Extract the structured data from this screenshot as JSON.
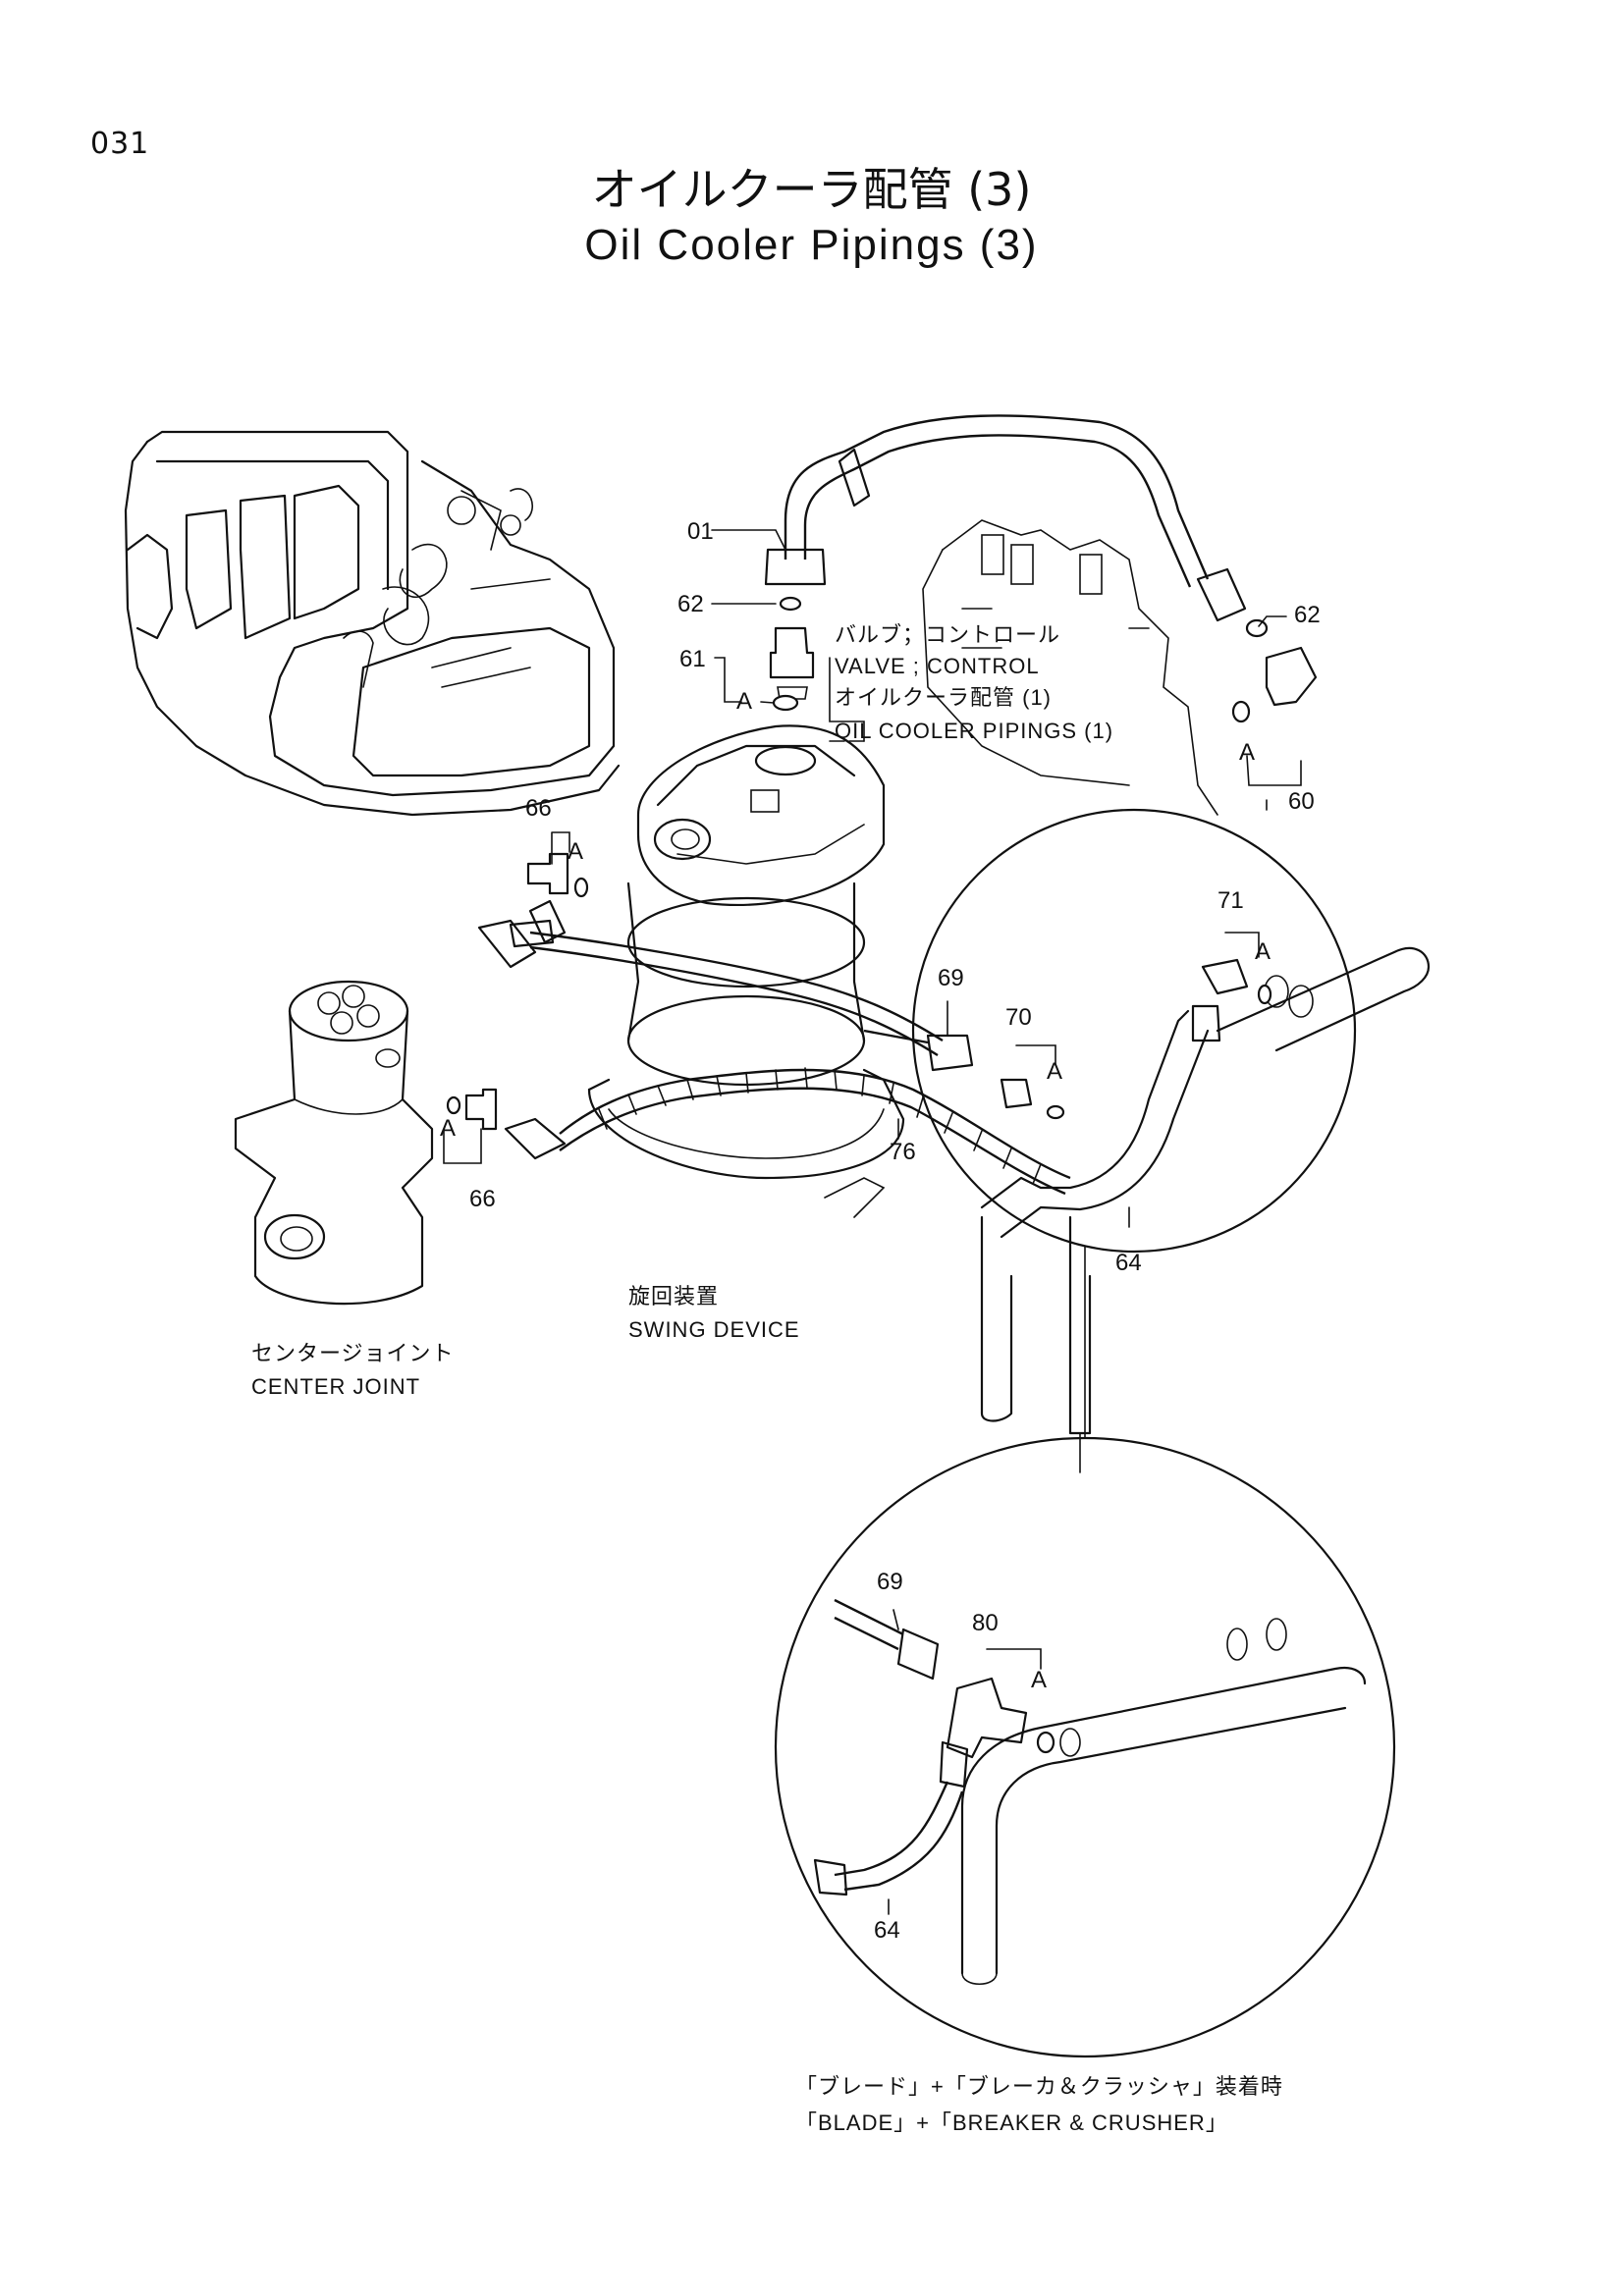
{
  "page": {
    "number": "031",
    "title_jp": "オイルクーラ配管 (3)",
    "title_en": "Oil Cooler Pipings (3)"
  },
  "labels": {
    "valve_jp": "バルブ；コントロール",
    "valve_en": "VALVE ; CONTROL",
    "ref_jp": "オイルクーラ配管 (1)",
    "ref_en": "OIL COOLER PIPINGS (1)",
    "swing_jp": "旋回装置",
    "swing_en": "SWING DEVICE",
    "center_jp": "センタージョイント",
    "center_en": "CENTER JOINT",
    "note_jp": "「ブレード」+「ブレーカ＆クラッシャ」装着時",
    "note_en": "「BLADE」+「BREAKER & CRUSHER」"
  },
  "part_numbers": {
    "p01": "01",
    "p62a": "62",
    "p61": "61",
    "p62b": "62",
    "p60": "60",
    "p66a": "66",
    "p66b": "66",
    "p71": "71",
    "p69a": "69",
    "p70": "70",
    "p76": "76",
    "p64a": "64",
    "p69b": "69",
    "p80": "80",
    "p64b": "64"
  },
  "markers": {
    "a1": "A",
    "a2": "A",
    "a3": "A",
    "a4": "A",
    "a5": "A",
    "a6": "A",
    "a7": "A"
  }
}
